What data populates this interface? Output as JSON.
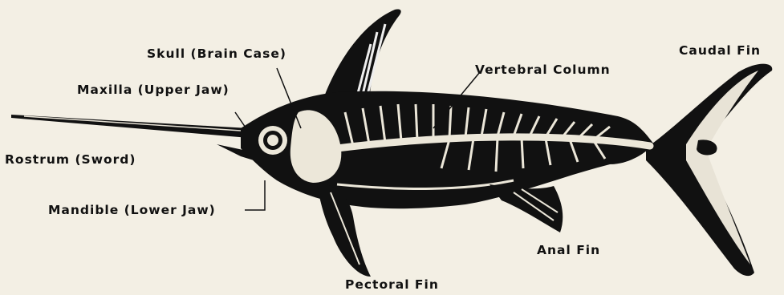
{
  "diagram": {
    "labels": {
      "skull": "Skull (Brain Case)",
      "maxilla": "Maxilla (Upper Jaw)",
      "rostrum": "Rostrum (Sword)",
      "mandible": "Mandible (Lower Jaw)",
      "vertebral_column": "Vertebral Column",
      "caudal_fin": "Caudal Fin",
      "anal_fin": "Anal Fin",
      "pectoral_fin": "Pectoral Fin"
    }
  }
}
